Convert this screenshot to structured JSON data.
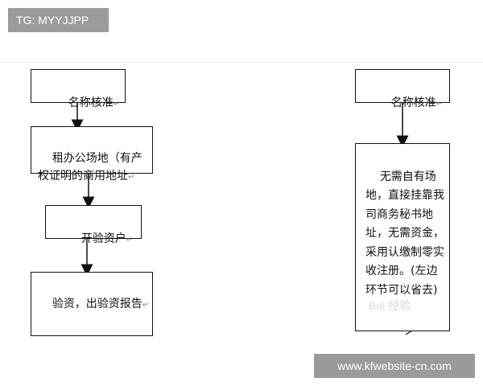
{
  "top_tag": "TG: MYYJJPP",
  "watermark": "www.kfwebsite-cn.com",
  "baidu_mark": "Bai 经验",
  "left_flow": {
    "step1": "名称核准",
    "step2": "租办公场地（有产权证明的商用地址",
    "step3": "开验资户",
    "step4": "验资，出验资报告"
  },
  "right_flow": {
    "step1": "名称核准",
    "step2": "无需自有场地，直接挂靠我司商务秘书地址，无需资金，采用认缴制零实收注册。(左边环节可以省去)"
  },
  "return_mark": "↵"
}
